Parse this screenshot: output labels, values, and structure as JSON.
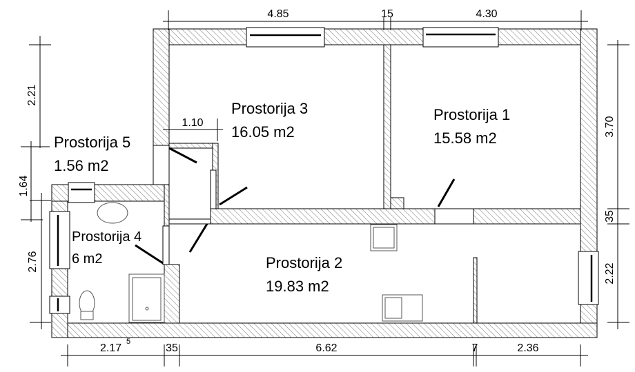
{
  "rooms": [
    {
      "name": "Prostorija 1",
      "area": "15.58 m2"
    },
    {
      "name": "Prostorija 2",
      "area": "19.83 m2"
    },
    {
      "name": "Prostorija 3",
      "area": "16.05 m2"
    },
    {
      "name": "Prostorija 4",
      "area": "6 m2"
    },
    {
      "name": "Prostorija 5",
      "area": "1.56 m2"
    }
  ],
  "dimensions": {
    "top": [
      "4.85",
      "15",
      "4.30"
    ],
    "left": [
      "2.21",
      "1.64",
      "2.76"
    ],
    "right": [
      "3.70",
      "35",
      "2.22"
    ],
    "bottom": [
      "2.17",
      "5",
      "35",
      "6.62",
      "7",
      "2.36"
    ],
    "corridor": "1.10"
  }
}
